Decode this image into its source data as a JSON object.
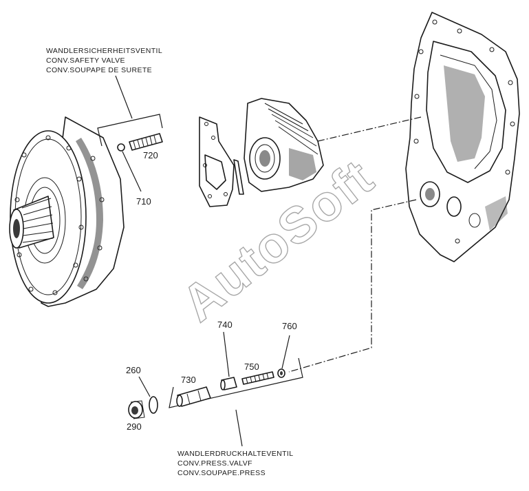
{
  "watermark": "AutoSoft",
  "safety_valve": {
    "caption": [
      "WANDLERSICHERHEITSVENTIL",
      "CONV.SAFETY VALVE",
      "CONV.SOUPAPE DE SURETE"
    ],
    "parts": [
      {
        "number": "710",
        "name": "ball"
      },
      {
        "number": "720",
        "name": "spring"
      }
    ]
  },
  "pressure_valve": {
    "caption": [
      "WANDLERDRUCKHALTEVENTIL",
      "CONV.PRESS.VALVF",
      "CONV.SOUPAPE.PRESS"
    ],
    "parts": [
      {
        "number": "730",
        "name": "piston"
      },
      {
        "number": "740",
        "name": "sleeve"
      },
      {
        "number": "750",
        "name": "spring"
      },
      {
        "number": "760",
        "name": "ring"
      }
    ]
  },
  "plug_parts": [
    {
      "number": "260",
      "name": "o-ring"
    },
    {
      "number": "290",
      "name": "plug"
    }
  ]
}
